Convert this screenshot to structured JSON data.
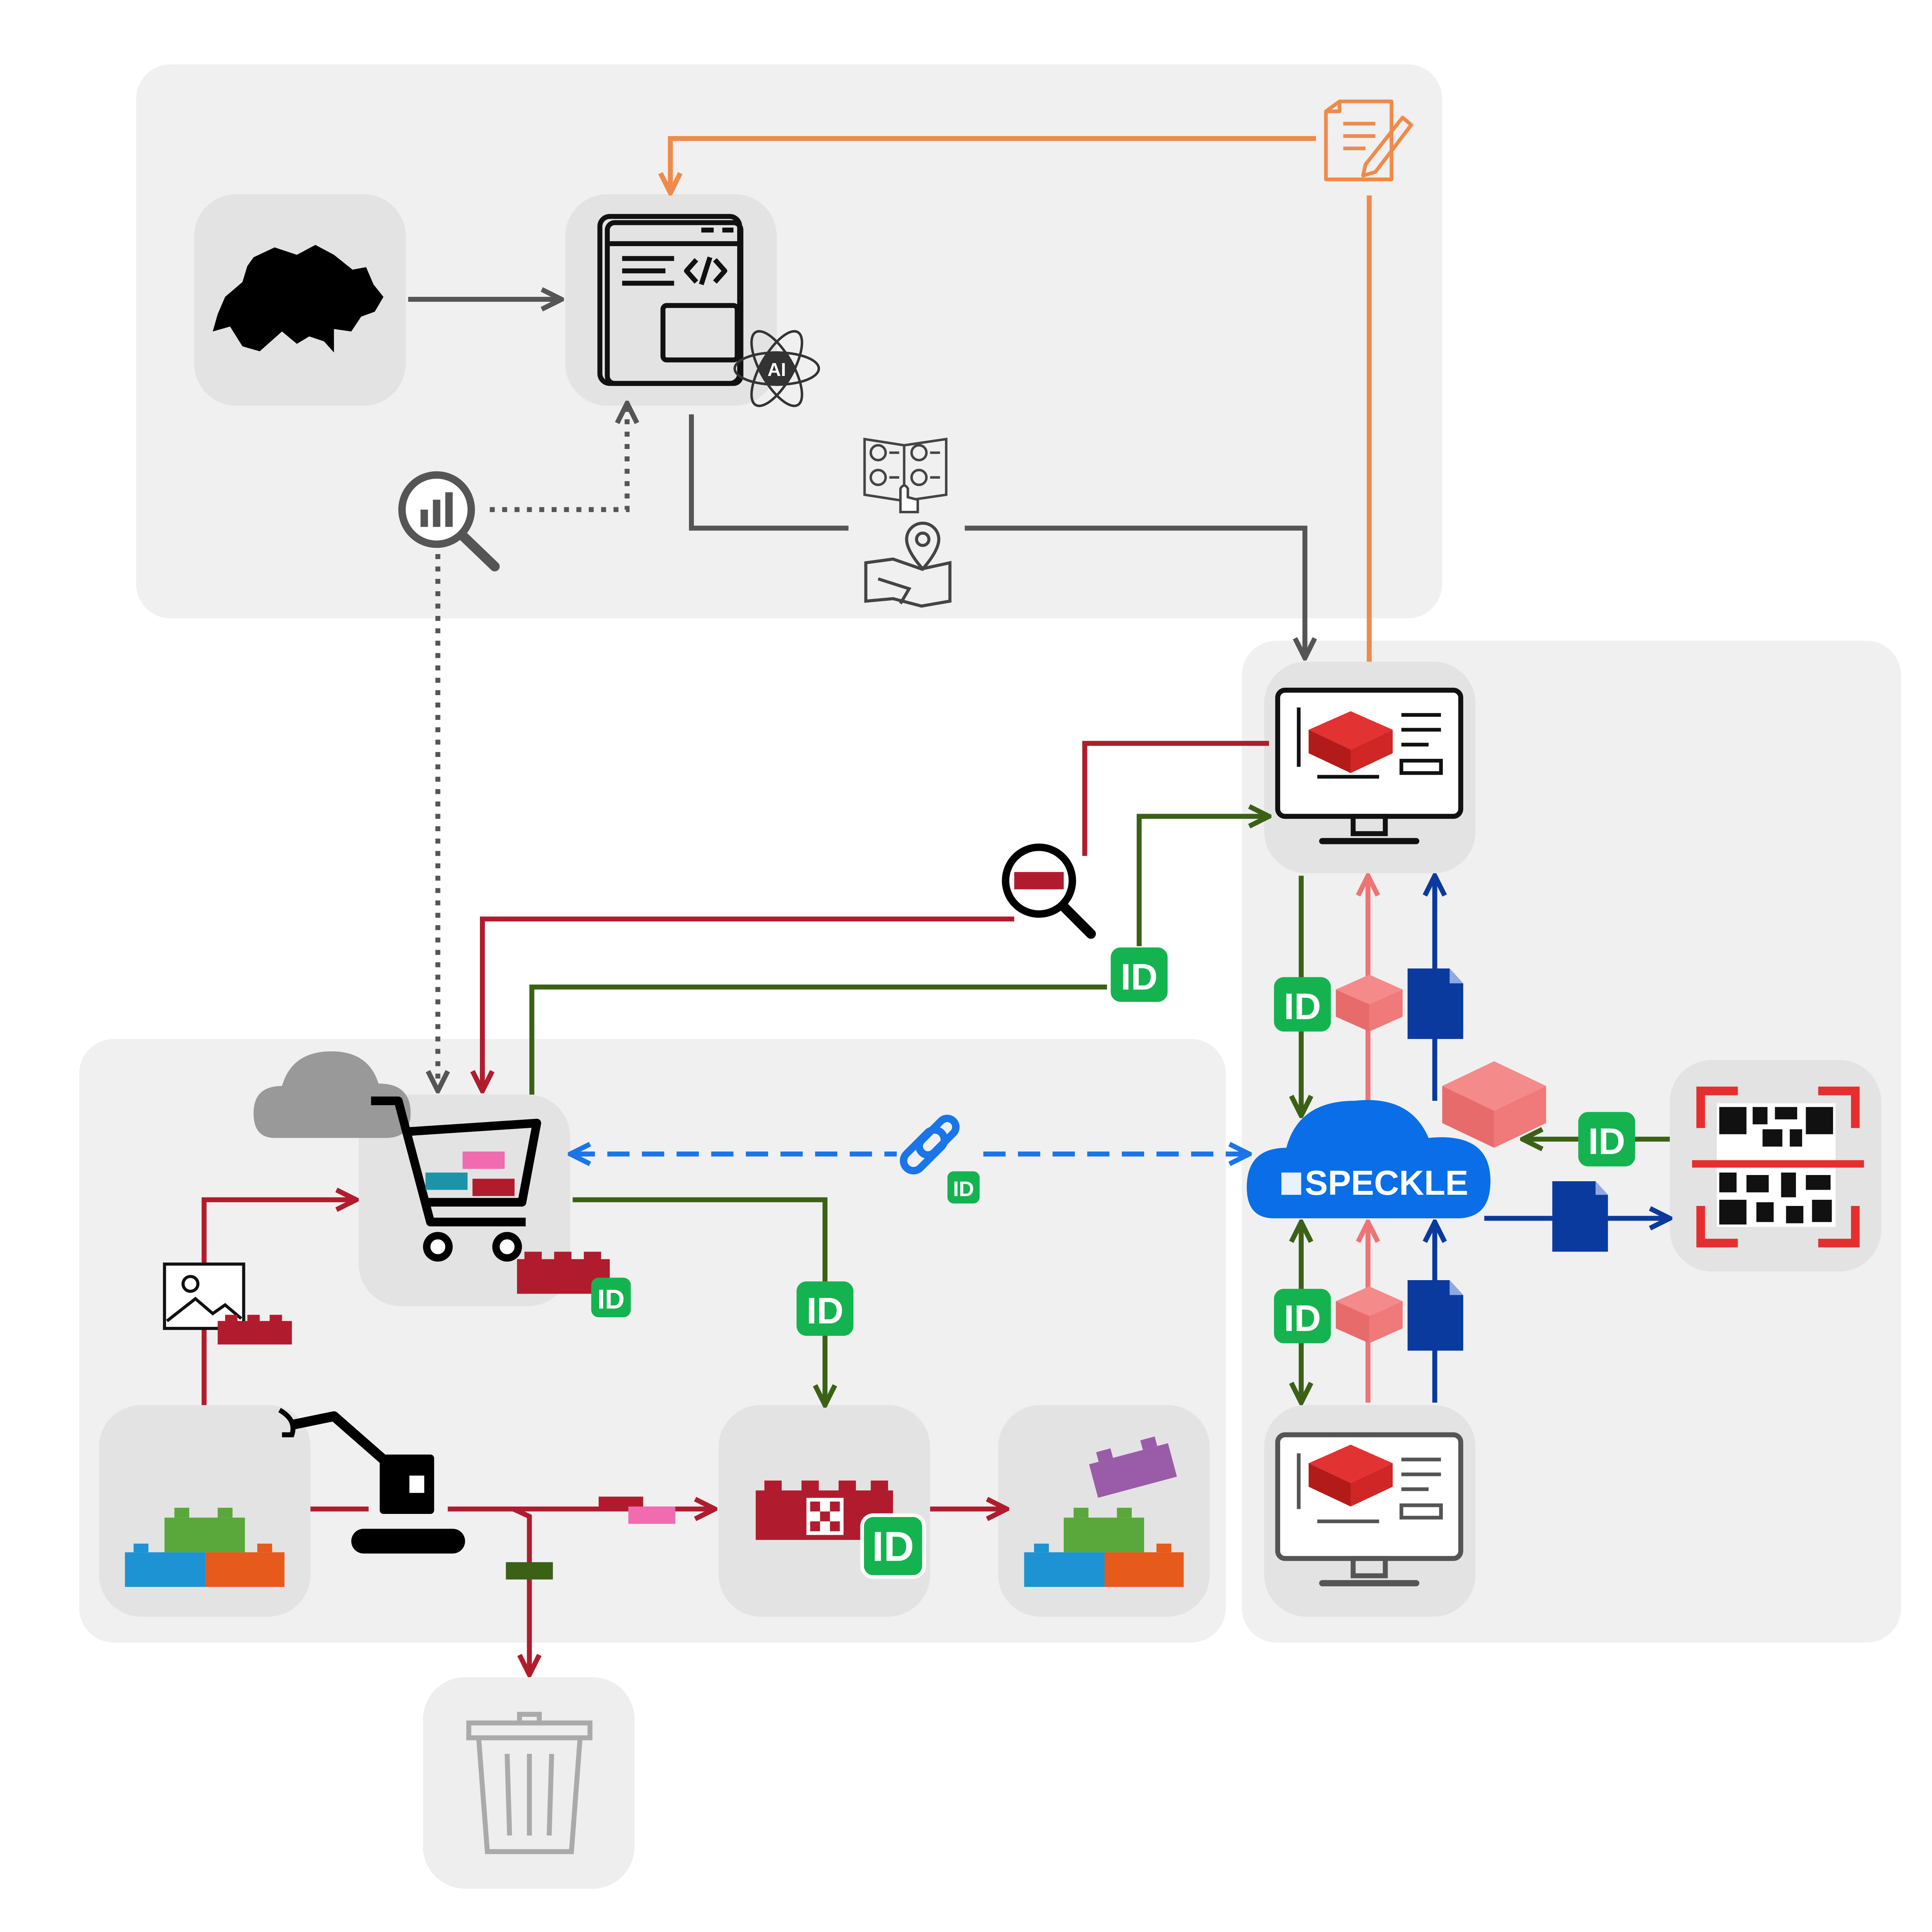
{
  "labels": {
    "ai_badge": "AI",
    "speckle_cloud": "SPECKLE",
    "id_badge": "ID"
  },
  "colors": {
    "panel": "#f0f0f0",
    "tile": "#e3e3e3",
    "orange": "#f08a4b",
    "gray_flow": "#555555",
    "red_flow": "#b01c2e",
    "green_flow": "#3b6116",
    "salmon_flow": "#ee7474",
    "navy_flow": "#0b3a9e",
    "blue_dashed": "#1a75e8",
    "id_green": "#15b34f",
    "speckle_blue": "#0a6ee8"
  },
  "icons": [
    "switzerland-map-icon",
    "code-window-icon",
    "ai-atom-icon",
    "document-edit-icon",
    "manual-icon",
    "map-pin-icon",
    "analytics-search-icon",
    "monitor-brick-icon",
    "monitor-brick-outline-icon",
    "speckle-cloud-icon",
    "qr-scan-icon",
    "shopping-cart-icon",
    "gray-cloud-icon",
    "image-icon",
    "lego-stack-icon",
    "excavator-icon",
    "qr-brick-icon",
    "trash-can-icon",
    "link-icon",
    "document-icon",
    "search-brick-icon"
  ]
}
